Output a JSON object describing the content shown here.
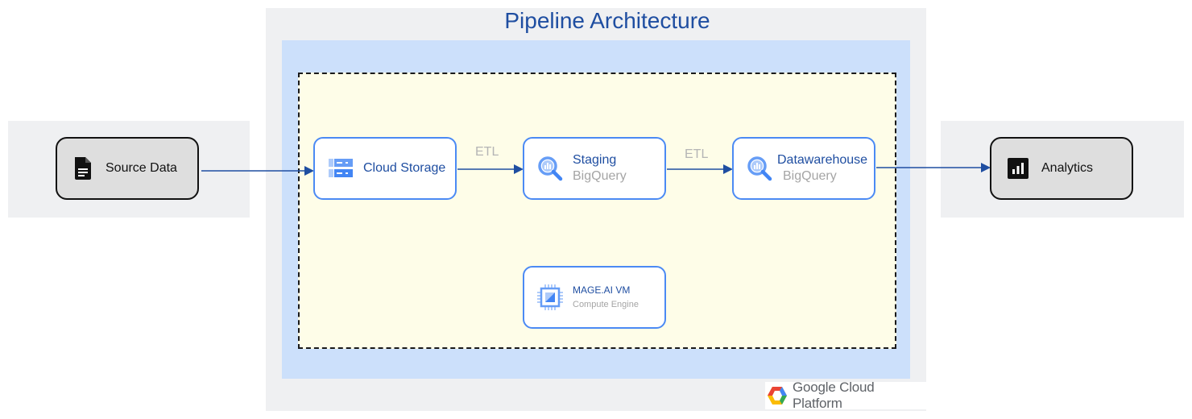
{
  "title": "Pipeline Architecture",
  "nodes": {
    "source": {
      "label": "Source Data",
      "icon": "document-icon"
    },
    "cloud_storage": {
      "label": "Cloud Storage",
      "icon": "cloud-storage-icon"
    },
    "staging": {
      "label": "Staging",
      "sublabel": "BigQuery",
      "icon": "bigquery-icon"
    },
    "datawarehouse": {
      "label": "Datawarehouse",
      "sublabel": "BigQuery",
      "icon": "bigquery-icon"
    },
    "mage_vm": {
      "label": "MAGE.AI VM",
      "sublabel": "Compute Engine",
      "icon": "compute-engine-icon"
    },
    "analytics": {
      "label": "Analytics",
      "icon": "analytics-icon"
    }
  },
  "edges": [
    {
      "from": "Source Data",
      "to": "Cloud Storage",
      "label": ""
    },
    {
      "from": "Cloud Storage",
      "to": "Staging",
      "label": "ETL"
    },
    {
      "from": "Staging",
      "to": "Datawarehouse",
      "label": "ETL"
    },
    {
      "from": "Datawarehouse",
      "to": "Analytics",
      "label": ""
    }
  ],
  "branding": {
    "text": "Google Cloud Platform"
  },
  "colors": {
    "accent_blue": "#1f4ea1",
    "service_border": "#4b8af4",
    "gcp_region": "#cce0fb",
    "zone_fill": "#fefde8",
    "outer_gray": "#eff0f2",
    "external_node_fill": "#dedede"
  }
}
